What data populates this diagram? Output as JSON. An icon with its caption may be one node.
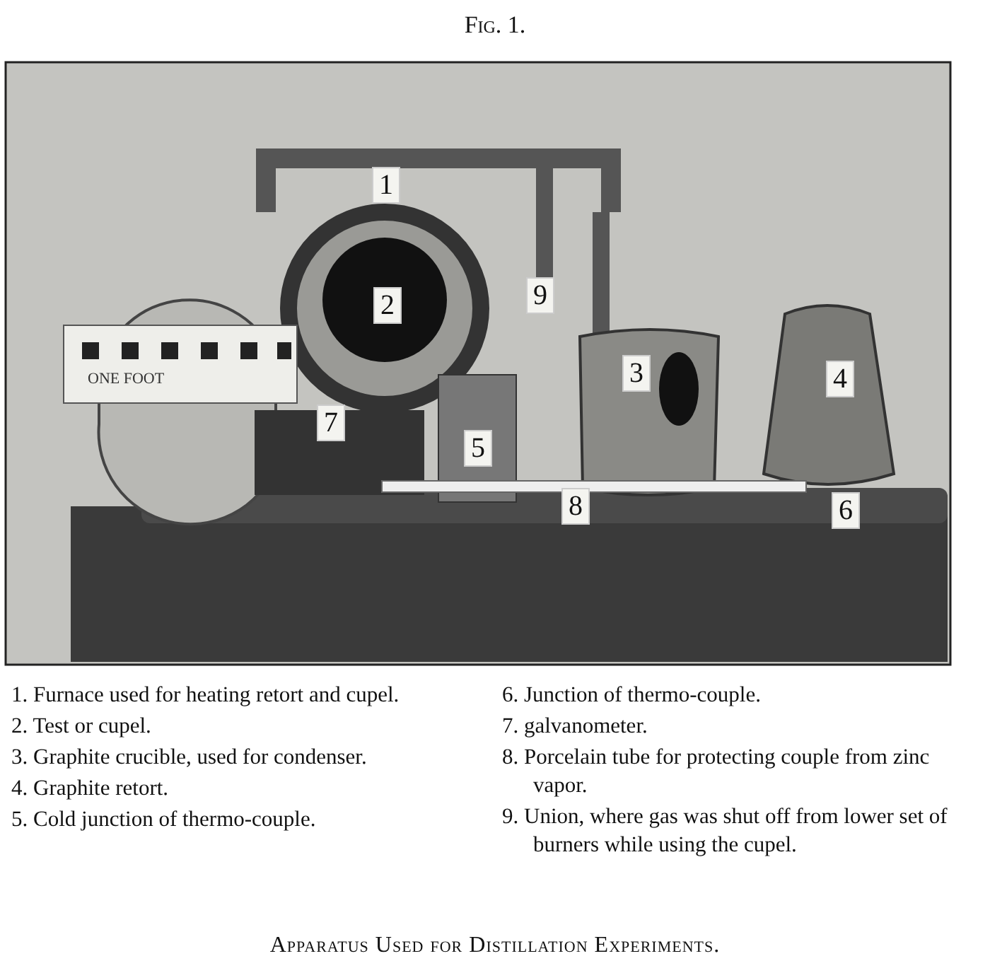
{
  "diagram": {
    "title": "Fig. 1.",
    "caption": "Apparatus Used for Distillation Experiments.",
    "labels": [
      "1",
      "9",
      "2",
      "ONE FOOT",
      "3",
      "4",
      "7",
      "5",
      "8",
      "6",
      "1. Furnace used for heating retort and cupel.",
      "2. Test or cupel.",
      "3. Graphite crucible, used for condenser.",
      "4. Graphite retort.",
      "5. Cold junction of thermo-couple.",
      "6. Junction of thermo-couple.",
      "7. galvanometer.",
      "8. Porcelain tube for protecting couple from zinc vapor.",
      "9. Union, where gas was shut off from lower set of burners while using the cupel."
    ]
  }
}
